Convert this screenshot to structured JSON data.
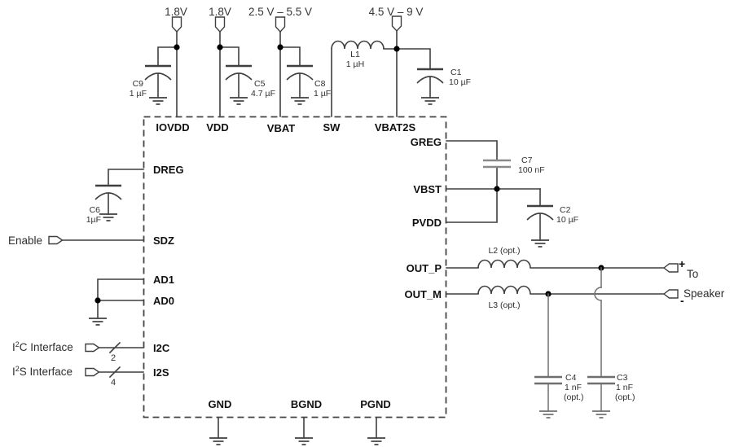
{
  "rails": [
    {
      "label": "1.8V"
    },
    {
      "label": "1.8V"
    },
    {
      "label": "2.5 V – 5.5 V"
    },
    {
      "label": "4.5 V – 9 V"
    }
  ],
  "pins": {
    "top": [
      "IOVDD",
      "VDD",
      "VBAT",
      "SW",
      "VBAT2S"
    ],
    "left": [
      "DREG",
      "SDZ",
      "AD1",
      "AD0",
      "I2C",
      "I2S"
    ],
    "right": [
      "GREG",
      "VBST",
      "PVDD",
      "OUT_P",
      "OUT_M"
    ],
    "bottom": [
      "GND",
      "BGND",
      "PGND"
    ]
  },
  "capacitors": {
    "C9": {
      "name": "C9",
      "value": "1 µF"
    },
    "C5": {
      "name": "C5",
      "value": "4.7 µF"
    },
    "C8": {
      "name": "C8",
      "value": "1 µF"
    },
    "C1": {
      "name": "C1",
      "value": "10 µF"
    },
    "C7": {
      "name": "C7",
      "value": "100 nF"
    },
    "C2": {
      "name": "C2",
      "value": "10 µF"
    },
    "C6": {
      "name": "C6",
      "value": "1µF"
    },
    "C4": {
      "name": "C4",
      "value": "1 nF",
      "note": "(opt.)"
    },
    "C3": {
      "name": "C3",
      "value": "1 nF",
      "note": "(opt.)"
    }
  },
  "inductors": {
    "L1": {
      "name": "L1",
      "value": "1 µH"
    },
    "L2": {
      "name": "L2 (opt.)"
    },
    "L3": {
      "name": "L3 (opt.)"
    }
  },
  "io": {
    "enable": "Enable",
    "i2c": {
      "pre": "I",
      "sup": "2",
      "post": "C Interface"
    },
    "i2c_width": "2",
    "i2s": {
      "pre": "I",
      "sup": "2",
      "post": "S Interface"
    },
    "i2s_width": "4"
  },
  "output": {
    "plus": "+",
    "minus": "-",
    "dest_line1": "To",
    "dest_line2": "Speaker"
  },
  "colors": {
    "wire": "#3f3f3f",
    "gray_branch": "#6f6f6f",
    "cap_plate_gray": "#8a8a8a"
  }
}
